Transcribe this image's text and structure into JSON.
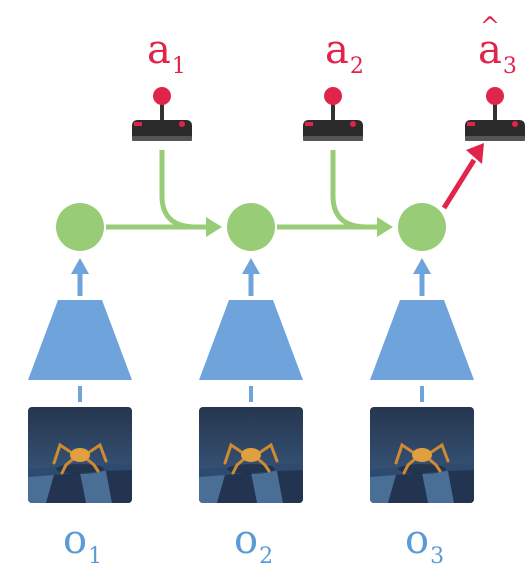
{
  "actions": [
    {
      "label": "a",
      "sub": "1"
    },
    {
      "label": "a",
      "sub": "2"
    },
    {
      "label": "a",
      "sub": "3",
      "predicted": true
    }
  ],
  "observations": [
    {
      "label": "o",
      "sub": "1"
    },
    {
      "label": "o",
      "sub": "2"
    },
    {
      "label": "o",
      "sub": "3"
    }
  ],
  "colors": {
    "state_node": "#99cc77",
    "encoder": "#6fa3dc",
    "action_text": "#e0244a",
    "predicted_arrow": "#e0244a",
    "observation_text": "#5b9bd5"
  },
  "icons": {
    "controller": "joystick-icon",
    "observation": "ant-robot-render-image"
  }
}
